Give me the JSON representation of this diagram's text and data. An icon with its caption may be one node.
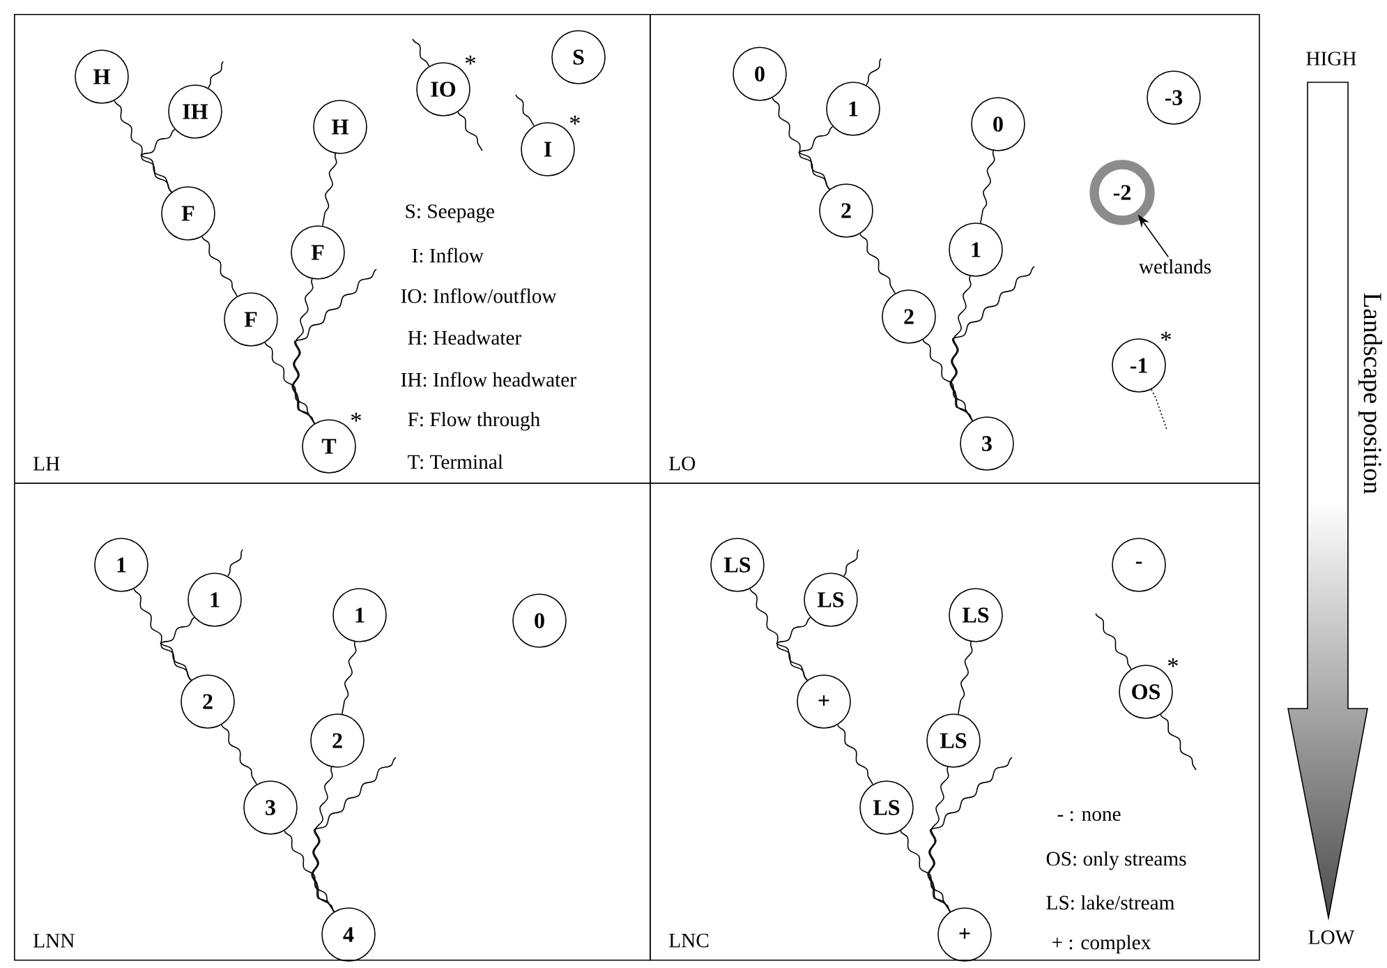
{
  "diagram": {
    "nodes": [
      {
        "text": [
          "LH"
        ]
      },
      {
        "text": [
          "H"
        ],
        "in": 0
      },
      {
        "text": [
          "IH"
        ],
        "in": 0
      },
      {
        "text": [
          "H"
        ],
        "in": 0
      },
      {
        "text": [
          "F"
        ],
        "in": 0
      },
      {
        "text": [
          "F"
        ],
        "in": 0
      },
      {
        "text": [
          "F"
        ],
        "in": 0
      },
      {
        "text": [
          "T"
        ],
        "in": 0,
        "beside": [
          "*"
        ]
      },
      {
        "text": [
          "S"
        ],
        "in": 0
      },
      {
        "text": [
          "IO"
        ],
        "in": 0,
        "beside": [
          "*"
        ]
      },
      {
        "text": [
          "I"
        ],
        "in": 0,
        "beside": [
          "*"
        ]
      },
      {
        "text": [
          "LO"
        ]
      },
      {
        "text": [
          "0"
        ],
        "in": 11
      },
      {
        "text": [
          "1"
        ],
        "in": 11
      },
      {
        "text": [
          "0"
        ],
        "in": 11
      },
      {
        "text": [
          "2"
        ],
        "in": 11
      },
      {
        "text": [
          "1"
        ],
        "in": 11
      },
      {
        "text": [
          "2"
        ],
        "in": 11
      },
      {
        "text": [
          "3"
        ],
        "in": 11
      },
      {
        "text": [
          "-3"
        ],
        "in": 11
      },
      {
        "text": [
          "-2"
        ],
        "in": 11
      },
      {
        "text": [
          "wetlands"
        ],
        "in": 11
      },
      {
        "text": [
          "-1"
        ],
        "in": 11,
        "beside": [
          "*"
        ]
      },
      {
        "text": [
          "LNN"
        ]
      },
      {
        "text": [
          "1"
        ],
        "in": 23
      },
      {
        "text": [
          "1"
        ],
        "in": 23
      },
      {
        "text": [
          "1"
        ],
        "in": 23
      },
      {
        "text": [
          "2"
        ],
        "in": 23
      },
      {
        "text": [
          "2"
        ],
        "in": 23
      },
      {
        "text": [
          "3"
        ],
        "in": 23
      },
      {
        "text": [
          "4"
        ],
        "in": 23
      },
      {
        "text": [
          "0"
        ],
        "in": 23
      },
      {
        "text": [
          "LNC"
        ]
      },
      {
        "text": [
          "LS"
        ],
        "in": 32
      },
      {
        "text": [
          "LS"
        ],
        "in": 32
      },
      {
        "text": [
          "LS"
        ],
        "in": 32
      },
      {
        "text": [
          "+"
        ],
        "in": 32
      },
      {
        "text": [
          "LS"
        ],
        "in": 32
      },
      {
        "text": [
          "LS"
        ],
        "in": 32
      },
      {
        "text": [
          "+"
        ],
        "in": 32
      },
      {
        "text": [
          "-"
        ],
        "in": 32
      },
      {
        "text": [
          "OS"
        ],
        "in": 32,
        "beside": [
          "*"
        ]
      }
    ],
    "edges": [
      {
        "from": 1,
        "to": 4,
        "arrow": "none"
      },
      {
        "from": 2,
        "to": 4,
        "arrow": "none"
      },
      {
        "from": 4,
        "to": 6,
        "arrow": "none"
      },
      {
        "from": 3,
        "to": 5,
        "arrow": "none"
      },
      {
        "from": 5,
        "to": 7,
        "arrow": "none"
      },
      {
        "from": 6,
        "to": 7,
        "arrow": "none"
      },
      {
        "from": null,
        "to": 2,
        "arrow": "none"
      },
      {
        "from": null,
        "to": 7,
        "arrow": "none"
      },
      {
        "from": null,
        "to": 9,
        "arrow": "none"
      },
      {
        "from": 9,
        "to": null,
        "arrow": "none"
      },
      {
        "from": null,
        "to": 10,
        "arrow": "none"
      },
      {
        "from": 12,
        "to": 15,
        "arrow": "none"
      },
      {
        "from": 13,
        "to": 15,
        "arrow": "none"
      },
      {
        "from": 15,
        "to": 17,
        "arrow": "none"
      },
      {
        "from": 14,
        "to": 16,
        "arrow": "none"
      },
      {
        "from": 16,
        "to": 18,
        "arrow": "none"
      },
      {
        "from": 17,
        "to": 18,
        "arrow": "none"
      },
      {
        "from": null,
        "to": 13,
        "arrow": "none"
      },
      {
        "from": null,
        "to": 18,
        "arrow": "none"
      },
      {
        "from": 21,
        "to": 20,
        "arrow": "to"
      },
      {
        "from": 22,
        "to": null,
        "arrow": "none",
        "style": "dashed"
      },
      {
        "from": 24,
        "to": 27,
        "arrow": "none"
      },
      {
        "from": 25,
        "to": 27,
        "arrow": "none"
      },
      {
        "from": 27,
        "to": 29,
        "arrow": "none"
      },
      {
        "from": 26,
        "to": 28,
        "arrow": "none"
      },
      {
        "from": 28,
        "to": 30,
        "arrow": "none"
      },
      {
        "from": 29,
        "to": 30,
        "arrow": "none"
      },
      {
        "from": null,
        "to": 25,
        "arrow": "none"
      },
      {
        "from": null,
        "to": 30,
        "arrow": "none"
      },
      {
        "from": 33,
        "to": 36,
        "arrow": "none"
      },
      {
        "from": 34,
        "to": 36,
        "arrow": "none"
      },
      {
        "from": 36,
        "to": 38,
        "arrow": "none"
      },
      {
        "from": 35,
        "to": 37,
        "arrow": "none"
      },
      {
        "from": 37,
        "to": 39,
        "arrow": "none"
      },
      {
        "from": 38,
        "to": 39,
        "arrow": "none"
      },
      {
        "from": null,
        "to": 34,
        "arrow": "none"
      },
      {
        "from": null,
        "to": 39,
        "arrow": "none"
      },
      {
        "from": null,
        "to": 41,
        "arrow": "none"
      },
      {
        "from": 41,
        "to": null,
        "arrow": "none"
      }
    ],
    "labels": [
      "S: Seepage",
      "I: Inflow",
      "IO: Inflow/outflow",
      "H: Headwater",
      "IH: Inflow headwater",
      "F: Flow through",
      "T: Terminal",
      "HIGH",
      "Landscape position",
      "- : none",
      "OS: only streams",
      "LS: lake/stream",
      "+ : complex",
      "LOW"
    ]
  }
}
